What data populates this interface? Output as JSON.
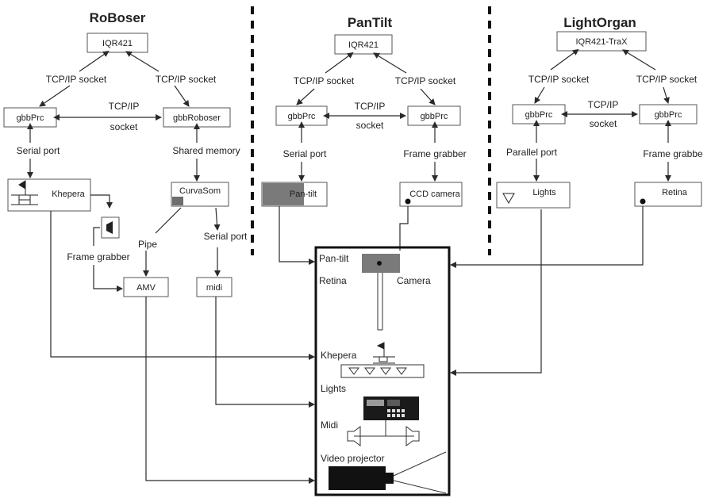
{
  "titles": {
    "roboser": "RoBoser",
    "pantilt": "PanTilt",
    "lightorgan": "LightOrgan"
  },
  "boxes": {
    "rb_iqr": "IQR421",
    "rb_gbb": "gbbPrc",
    "rb_gbbroboser": "gbbRoboser",
    "rb_khepera": "Khepera",
    "rb_curvasom": "CurvaSom",
    "rb_amv": "AMV",
    "rb_midi": "midi",
    "pt_iqr": "IQR421",
    "pt_gbb_left": "gbbPrc",
    "pt_gbb_right": "gbbPrc",
    "pt_pantilt": "Pan-tilt",
    "pt_ccd": "CCD camera",
    "lo_iqr": "IQR421-TraX",
    "lo_gbb_left": "gbbPrc",
    "lo_gbb_right": "gbbPrc",
    "lo_lights": "Lights",
    "lo_retina": "Retina"
  },
  "labels": {
    "rb_tcp_left": "TCP/IP socket",
    "rb_tcp_right": "TCP/IP socket",
    "rb_tcp_mid_1": "TCP/IP",
    "rb_tcp_mid_2": "socket",
    "rb_serial": "Serial port",
    "rb_shared": "Shared memory",
    "rb_frame": "Frame grabber",
    "rb_pipe": "Pipe",
    "rb_serial2": "Serial port",
    "pt_tcp_left": "TCP/IP socket",
    "pt_tcp_right": "TCP/IP socket",
    "pt_tcp_mid_1": "TCP/IP",
    "pt_tcp_mid_2": "socket",
    "pt_serial": "Serial port",
    "pt_frame": "Frame grabber",
    "lo_tcp_left": "TCP/IP socket",
    "lo_tcp_right": "TCP/IP socket",
    "lo_tcp_mid_1": "TCP/IP",
    "lo_tcp_mid_2": "socket",
    "lo_parallel": "Parallel port",
    "lo_frame": "Frame grabbe"
  },
  "setup": {
    "pantilt": "Pan-tilt",
    "retina": "Retina",
    "camera": "Camera",
    "khepera": "Khepera",
    "lights": "Lights",
    "midi": "Midi",
    "video_projector": "Video projector"
  },
  "colors": {
    "line": "#2a2a2a",
    "box_stroke": "#555555",
    "dark_fill": "#555555",
    "mid_gray": "#8a8a8a"
  }
}
